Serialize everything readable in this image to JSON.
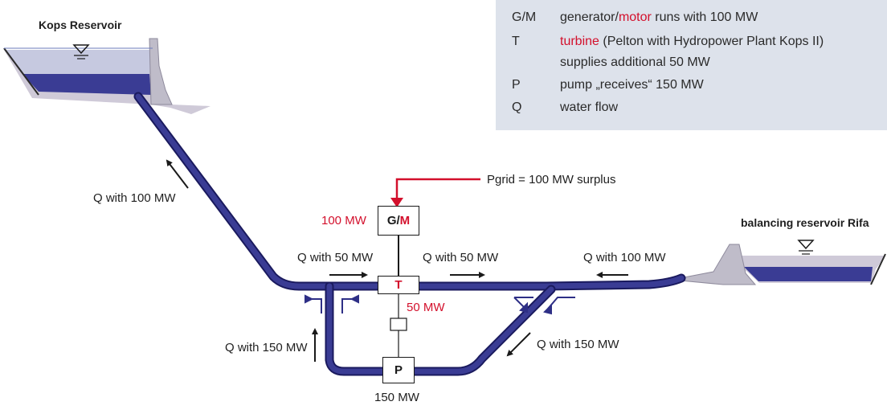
{
  "colors": {
    "pipe": "#2e2f86",
    "pipe_dark": "#1a1a5e",
    "water": "#3a3c94",
    "water_light": "#b3b8d6",
    "dam": "#bfbcc9",
    "red": "#d3102c",
    "legend_bg": "#dde2eb"
  },
  "reservoirs": {
    "kops": "Kops Reservoir",
    "rifa": "balancing reservoir Rifa"
  },
  "legend": [
    {
      "key": "G/M",
      "parts": [
        "generator/",
        "motor",
        " runs with  100 MW"
      ]
    },
    {
      "key": "T",
      "parts": [
        "",
        "turbine",
        " (Pelton with Hydropower Plant Kops II)"
      ]
    },
    {
      "key": "",
      "parts": [
        "supplies additional 50 MW",
        "",
        ""
      ]
    },
    {
      "key": "P",
      "parts": [
        "pump „receives“ 150 MW",
        "",
        ""
      ]
    },
    {
      "key": "Q",
      "parts": [
        "water flow",
        "",
        ""
      ]
    }
  ],
  "machines": {
    "gm_label_a": "G/",
    "gm_label_b": "M",
    "turbine": "T",
    "pump": "P"
  },
  "labels": {
    "pgrid": "Pgrid = 100 MW surplus",
    "gm_power": "100 MW",
    "turbine_power": "50 MW",
    "pump_power": "150 MW",
    "q_upper_left": "Q with 100 MW",
    "q_in_turbine": "Q with 50 MW",
    "q_out_turbine": "Q with  50 MW",
    "q_from_rifa": "Q with 100 MW",
    "q_pump_left": "Q with 150 MW",
    "q_pump_right": "Q with 150 MW"
  }
}
